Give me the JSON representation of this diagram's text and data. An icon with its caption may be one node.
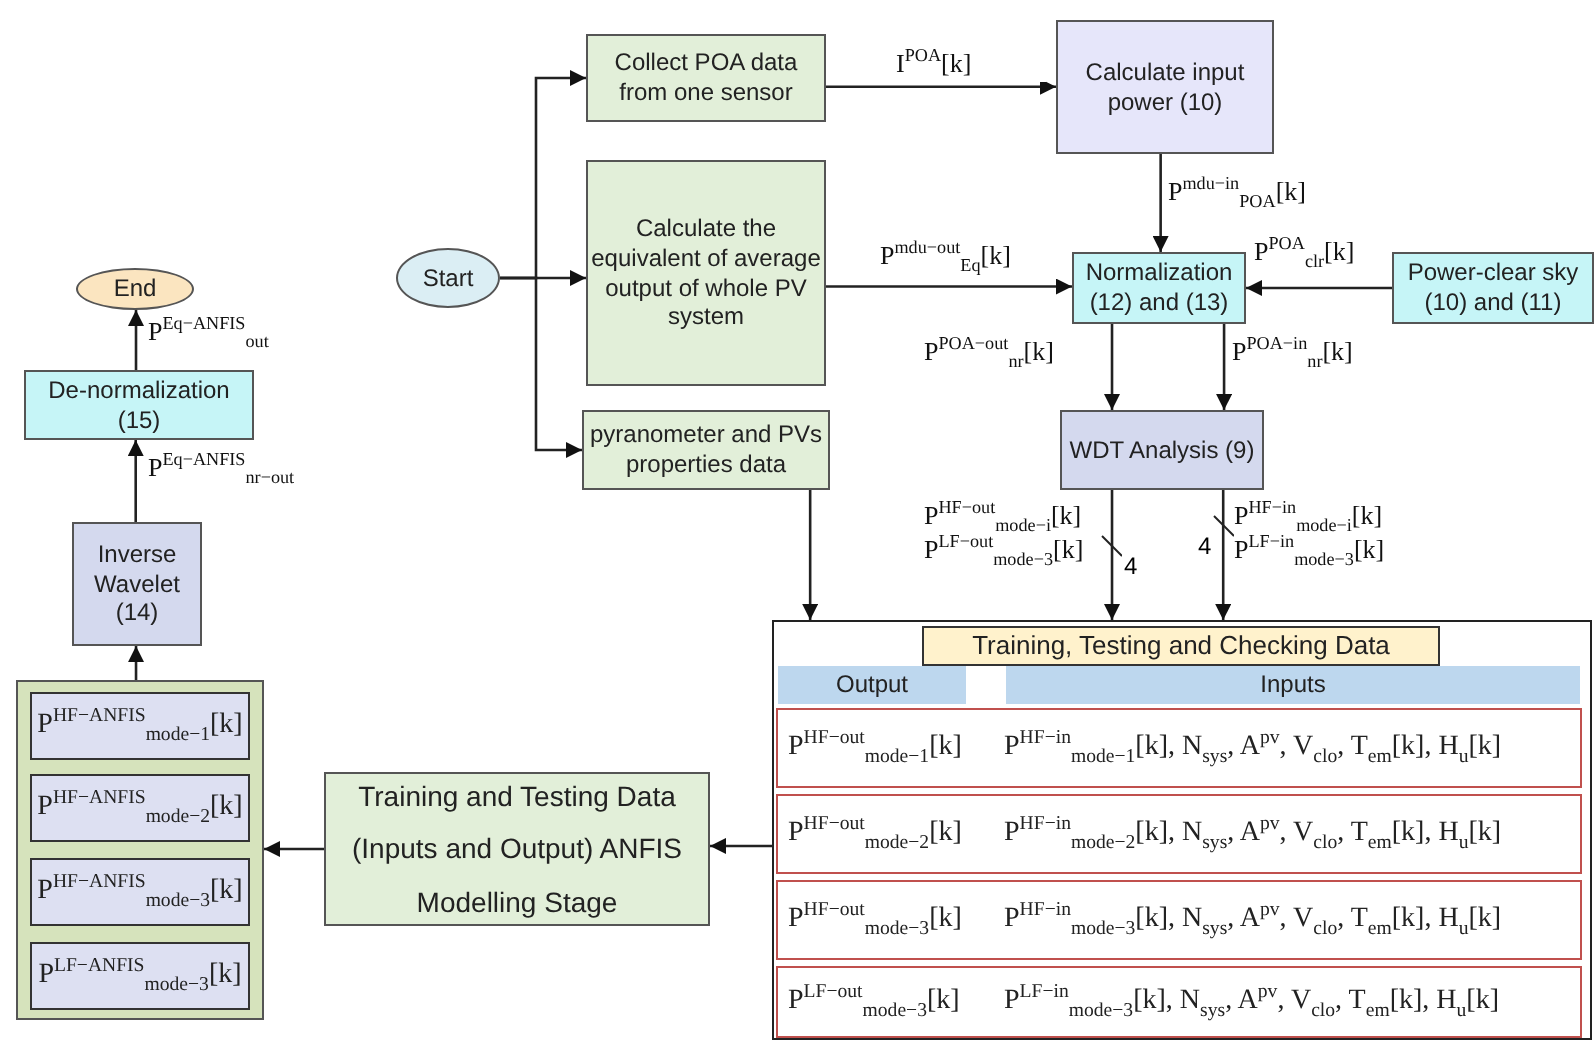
{
  "diagram": {
    "nodes": [
      {
        "text": [
          "Start"
        ]
      },
      {
        "text": [
          "Collect POA data from one sensor"
        ]
      },
      {
        "text": [
          "Calculate the equivalent of average output of whole PV system"
        ]
      },
      {
        "text": [
          "pyranometer and PVs properties data"
        ]
      },
      {
        "text": [
          "Calculate input power (10)"
        ]
      },
      {
        "text": [
          "Normalization (12) and (13)"
        ]
      },
      {
        "text": [
          "Power-clear sky (10) and (11)"
        ]
      },
      {
        "text": [
          "WDT Analysis (9)"
        ]
      },
      {
        "text": [
          "Training, Testing and Checking Data"
        ]
      },
      {
        "text": [
          "Output"
        ],
        "in": 8
      },
      {
        "text": [
          "Inputs"
        ],
        "in": 8
      },
      {
        "text": [
          "P$^{HF−out}$$_{mode−1}$[k]",
          "P$^{HF−in}$$_{mode−1}$[k], N$_{sys}$, A$^{pv}$, V$_{clo}$, T$_{em}$[k], H$_{u}$[k]"
        ],
        "in": 8
      },
      {
        "text": [
          "P$^{HF−out}$$_{mode−2}$[k]",
          "P$^{HF−in}$$_{mode−2}$[k], N$_{sys}$, A$^{pv}$, V$_{clo}$, T$_{em}$[k], H$_{u}$[k]"
        ],
        "in": 8
      },
      {
        "text": [
          "P$^{HF−out}$$_{mode−3}$[k]",
          "P$^{HF−in}$$_{mode−3}$[k], N$_{sys}$, A$^{pv}$, V$_{clo}$, T$_{em}$[k], H$_{u}$[k]"
        ],
        "in": 8
      },
      {
        "text": [
          "P$^{LF−out}$$_{mode−3}$[k]",
          "P$^{LF−in}$$_{mode−3}$[k], N$_{sys}$, A$^{pv}$, V$_{clo}$, T$_{em}$[k], H$_{u}$[k]"
        ],
        "in": 8
      },
      {
        "text": [
          "Training and Testing Data (Inputs and Output) ANFIS Modelling Stage"
        ]
      },
      {
        "text": [],
        "shape": "box"
      },
      {
        "text": [
          "P$^{HF−ANFIS}$$_{mode−1}$[k]"
        ],
        "in": 16
      },
      {
        "text": [
          "P$^{HF−ANFIS}$$_{mode−2}$[k]"
        ],
        "in": 16
      },
      {
        "text": [
          "P$^{HF−ANFIS}$$_{mode−3}$[k]"
        ],
        "in": 16
      },
      {
        "text": [
          "P$^{LF−ANFIS}$$_{mode−3}$[k]"
        ],
        "in": 16
      },
      {
        "text": [
          "Inverse Wavelet (14)"
        ]
      },
      {
        "text": [
          "De-normalization (15)"
        ]
      },
      {
        "text": [
          "End"
        ]
      }
    ],
    "edges": [
      {
        "from": 0,
        "to": 1,
        "arrow": "to"
      },
      {
        "from": 0,
        "to": 2,
        "arrow": "to"
      },
      {
        "from": 0,
        "to": 3,
        "arrow": "to"
      },
      {
        "from": 1,
        "to": 4,
        "arrow": "to",
        "label": "I$^{POA}$[k]"
      },
      {
        "from": 4,
        "to": 5,
        "arrow": "to",
        "label": "P$^{mdu−in}$$_{POA}$[k]"
      },
      {
        "from": 2,
        "to": 5,
        "arrow": "to",
        "label": "P$^{mdu−out}$$_{Eq}$[k]"
      },
      {
        "from": 6,
        "to": 5,
        "arrow": "to",
        "label": "P$^{POA}$$_{clr}$[k]"
      },
      {
        "from": 5,
        "to": 7,
        "arrow": "to",
        "label": "P$^{POA−out}$$_{nr}$[k]"
      },
      {
        "from": 5,
        "to": 7,
        "arrow": "to",
        "label": "P$^{POA−in}$$_{nr}$[k]"
      },
      {
        "from": 3,
        "to": 8,
        "arrow": "to"
      },
      {
        "from": 7,
        "to": 8,
        "arrow": "to",
        "label": "P$^{HF−out}$$_{mode−i}$[k] P$^{LF−out}$$_{mode−3}$[k]"
      },
      {
        "from": 7,
        "to": 8,
        "arrow": "to",
        "label": "P$^{HF−in}$$_{mode−i}$[k] P$^{LF−in}$$_{mode−3}$[k]"
      },
      {
        "from": 8,
        "to": 15,
        "arrow": "to"
      },
      {
        "from": 15,
        "to": 16,
        "arrow": "to"
      },
      {
        "from": 16,
        "to": 21,
        "arrow": "to"
      },
      {
        "from": 21,
        "to": 22,
        "arrow": "to",
        "label": "P$^{Eq−ANFIS}$$_{nr−out}$"
      },
      {
        "from": 22,
        "to": 23,
        "arrow": "to",
        "label": "P$^{Eq−ANFIS}$$_{out}$"
      }
    ],
    "labels": [
      "4",
      "4"
    ]
  }
}
